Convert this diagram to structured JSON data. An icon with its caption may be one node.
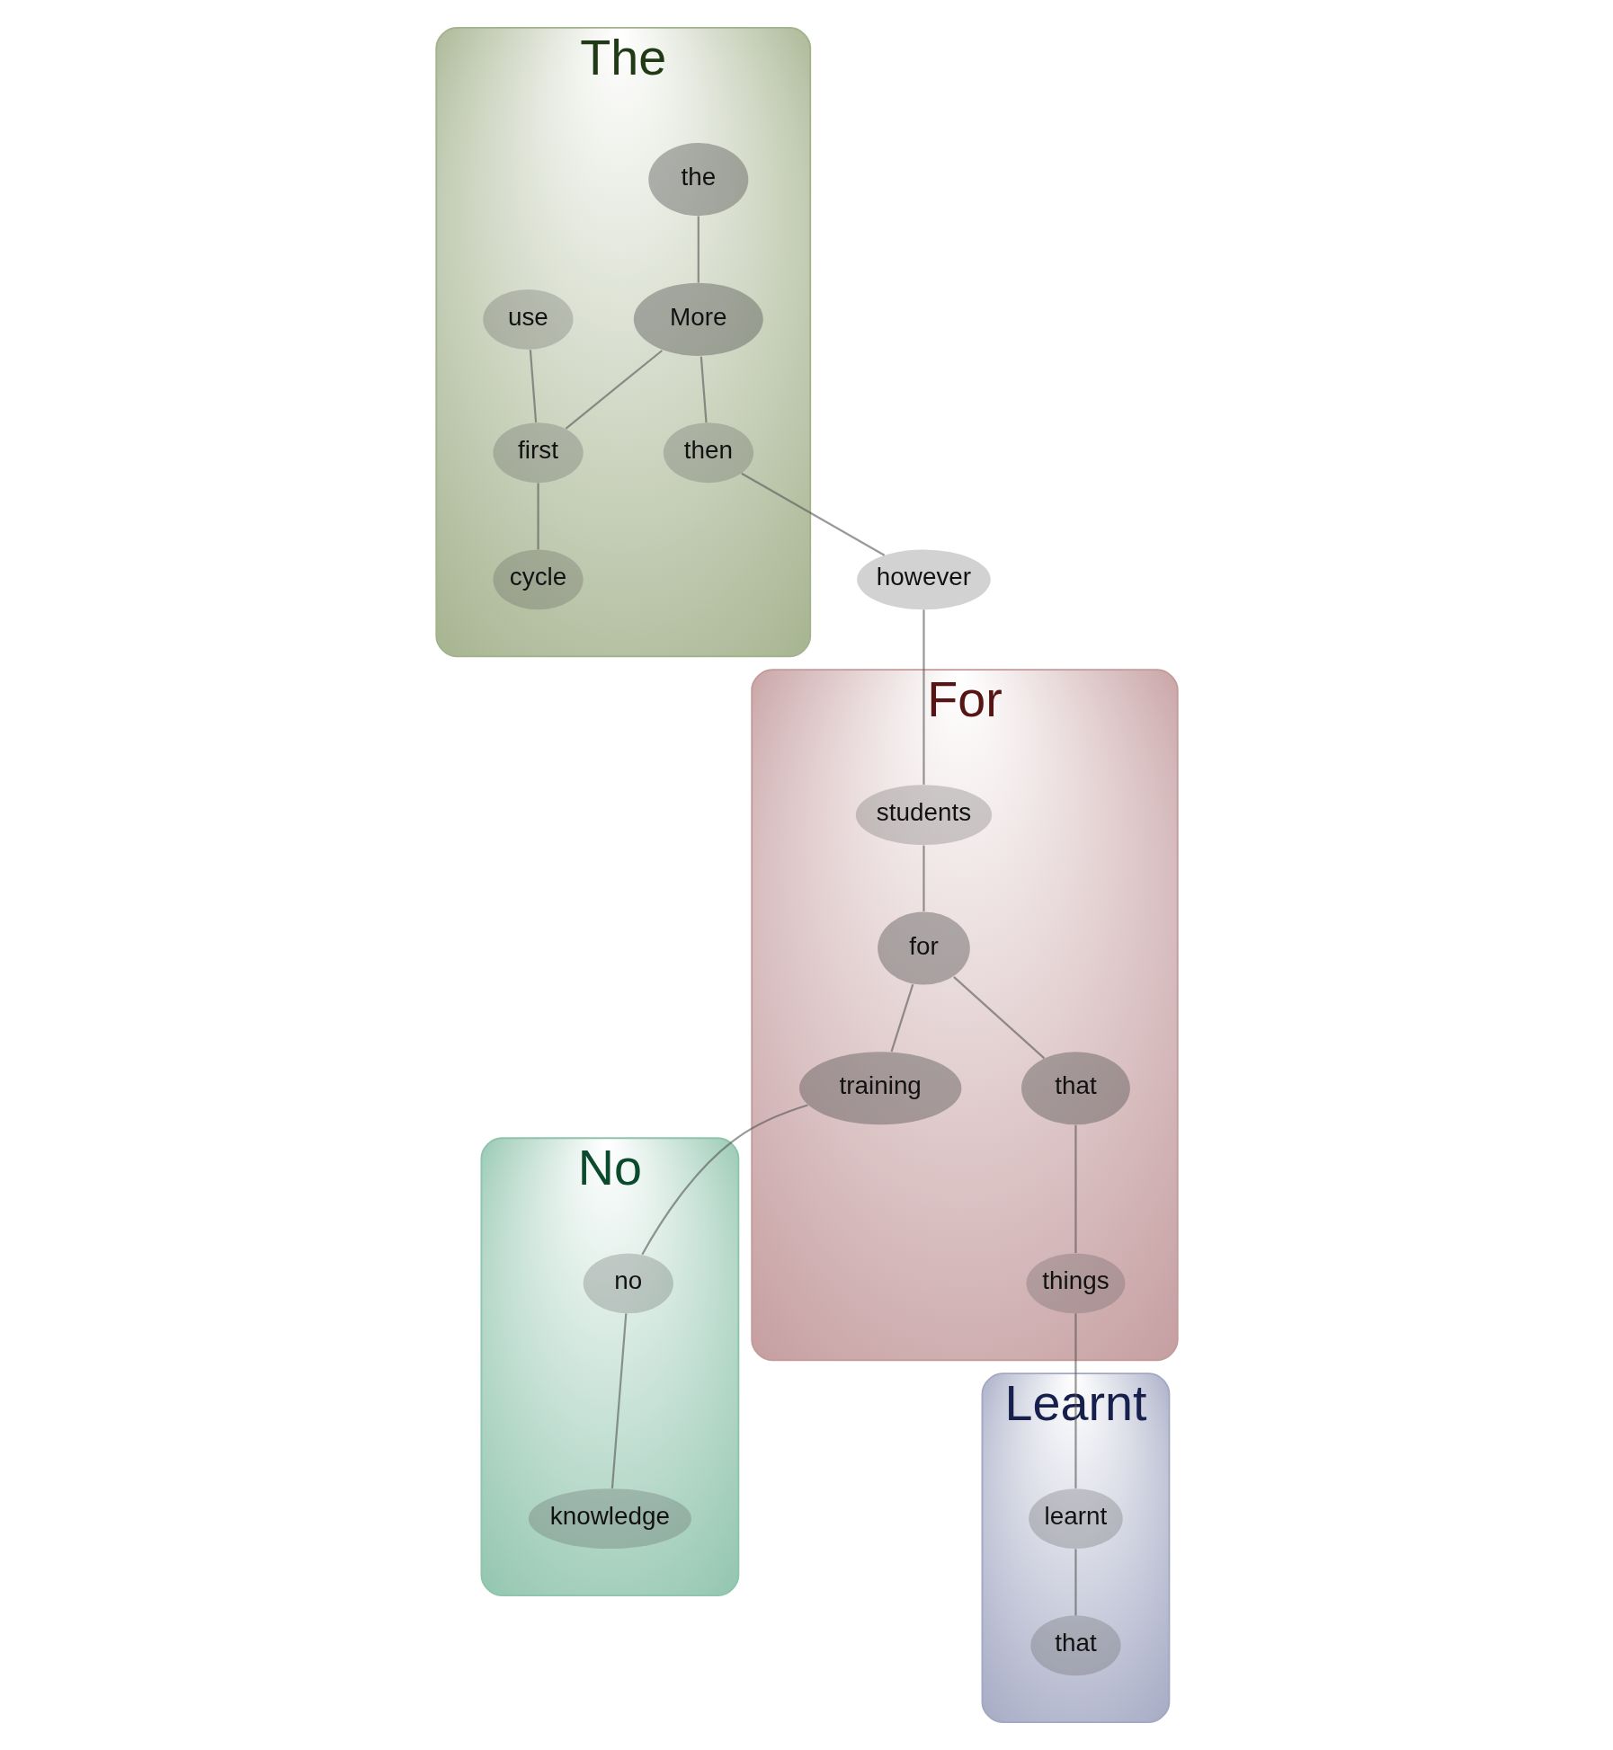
{
  "diagram": {
    "nodes": [
      {
        "text": [
          "The"
        ]
      },
      {
        "text": [
          "the"
        ],
        "in": 0
      },
      {
        "text": [
          "use"
        ],
        "in": 0
      },
      {
        "text": [
          "More"
        ],
        "in": 0
      },
      {
        "text": [
          "then"
        ],
        "in": 0
      },
      {
        "text": [
          "first"
        ],
        "in": 0
      },
      {
        "text": [
          "cycle"
        ],
        "in": 0
      },
      {
        "text": [
          "Learnt"
        ]
      },
      {
        "text": [
          "that"
        ],
        "in": 7
      },
      {
        "text": [
          "learnt"
        ],
        "in": 7
      },
      {
        "text": [
          "For"
        ]
      },
      {
        "text": [
          "however"
        ]
      },
      {
        "text": [
          "things"
        ],
        "in": 10
      },
      {
        "text": [
          "students"
        ],
        "in": 10
      },
      {
        "text": [
          "that"
        ],
        "in": 10
      },
      {
        "text": [
          "for"
        ],
        "in": 10
      },
      {
        "text": [
          "training"
        ],
        "in": 10
      },
      {
        "text": [
          "No"
        ]
      },
      {
        "text": [
          "knowledge"
        ],
        "in": 17
      },
      {
        "text": [
          "no"
        ],
        "in": 17
      }
    ],
    "edges": [
      {
        "from": 1,
        "to": 3,
        "arrow": "none"
      },
      {
        "from": 3,
        "to": 4,
        "arrow": "none"
      },
      {
        "from": 3,
        "to": 5,
        "arrow": "none"
      },
      {
        "from": 2,
        "to": 5,
        "arrow": "none"
      },
      {
        "from": 5,
        "to": 6,
        "arrow": "none"
      },
      {
        "from": 4,
        "to": 11,
        "arrow": "none"
      },
      {
        "from": 11,
        "to": 13,
        "arrow": "none"
      },
      {
        "from": 13,
        "to": 15,
        "arrow": "none"
      },
      {
        "from": 15,
        "to": 14,
        "arrow": "none"
      },
      {
        "from": 14,
        "to": 12,
        "arrow": "none"
      },
      {
        "from": 12,
        "to": 9,
        "arrow": "none"
      },
      {
        "from": 9,
        "to": 8,
        "arrow": "none"
      },
      {
        "from": 15,
        "to": 16,
        "arrow": "none"
      },
      {
        "from": 16,
        "to": 19,
        "arrow": "none"
      },
      {
        "from": 19,
        "to": 18,
        "arrow": "none"
      }
    ]
  }
}
